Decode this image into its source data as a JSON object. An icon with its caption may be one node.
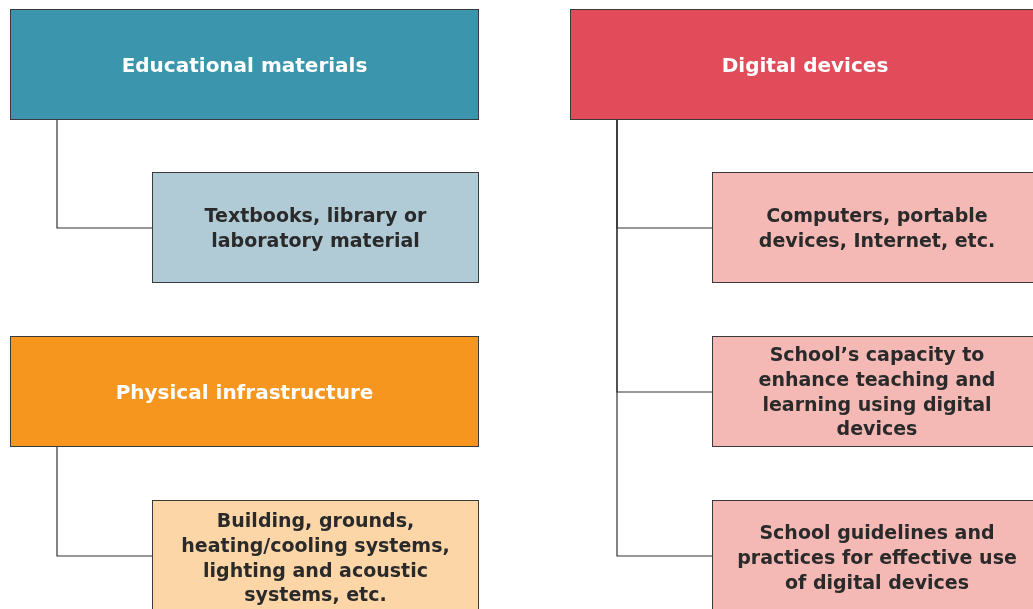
{
  "diagram": {
    "nodes": [
      {
        "text": [
          "Educational materials"
        ]
      },
      {
        "text": [
          "Textbooks, library or laboratory material"
        ]
      },
      {
        "text": [
          "Physical infrastructure"
        ]
      },
      {
        "text": [
          "Building, grounds, heating/cooling systems, lighting and acoustic systems, etc."
        ]
      },
      {
        "text": [
          "Digital devices"
        ]
      },
      {
        "text": [
          "Computers, portable devices, Internet, etc."
        ]
      },
      {
        "text": [
          "School’s capacity to enhance teaching and learning using digital devices"
        ]
      },
      {
        "text": [
          "School guidelines and practices for effective use of digital devices"
        ]
      }
    ],
    "edges": [
      {
        "from": 0,
        "to": 1,
        "arrow": "none"
      },
      {
        "from": 2,
        "to": 3,
        "arrow": "none"
      },
      {
        "from": 4,
        "to": 5,
        "arrow": "none"
      },
      {
        "from": 4,
        "to": 6,
        "arrow": "none"
      },
      {
        "from": 4,
        "to": 7,
        "arrow": "none"
      }
    ]
  }
}
